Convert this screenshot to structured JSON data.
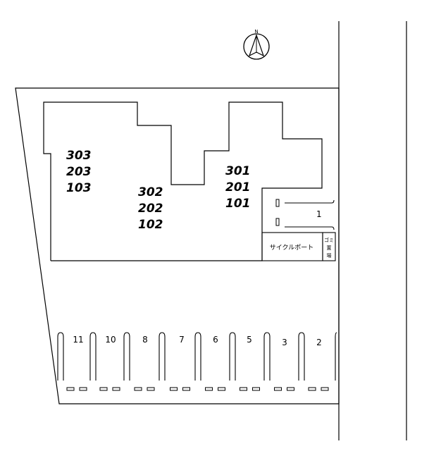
{
  "compass": {
    "letter": "N"
  },
  "buildings": [
    {
      "id": "left",
      "rooms": [
        "303",
        "203",
        "103"
      ]
    },
    {
      "id": "center",
      "rooms": [
        "302",
        "202",
        "102"
      ]
    },
    {
      "id": "right",
      "rooms": [
        "301",
        "201",
        "101"
      ]
    }
  ],
  "parking": {
    "single_slot_label": "1",
    "row_labels": [
      "11",
      "10",
      "8",
      "7",
      "6",
      "5",
      "3",
      "2"
    ]
  },
  "facilities": {
    "cycle_port": "サイクルポート",
    "garbage_lines": [
      "ゴミ",
      "置",
      "場"
    ]
  }
}
